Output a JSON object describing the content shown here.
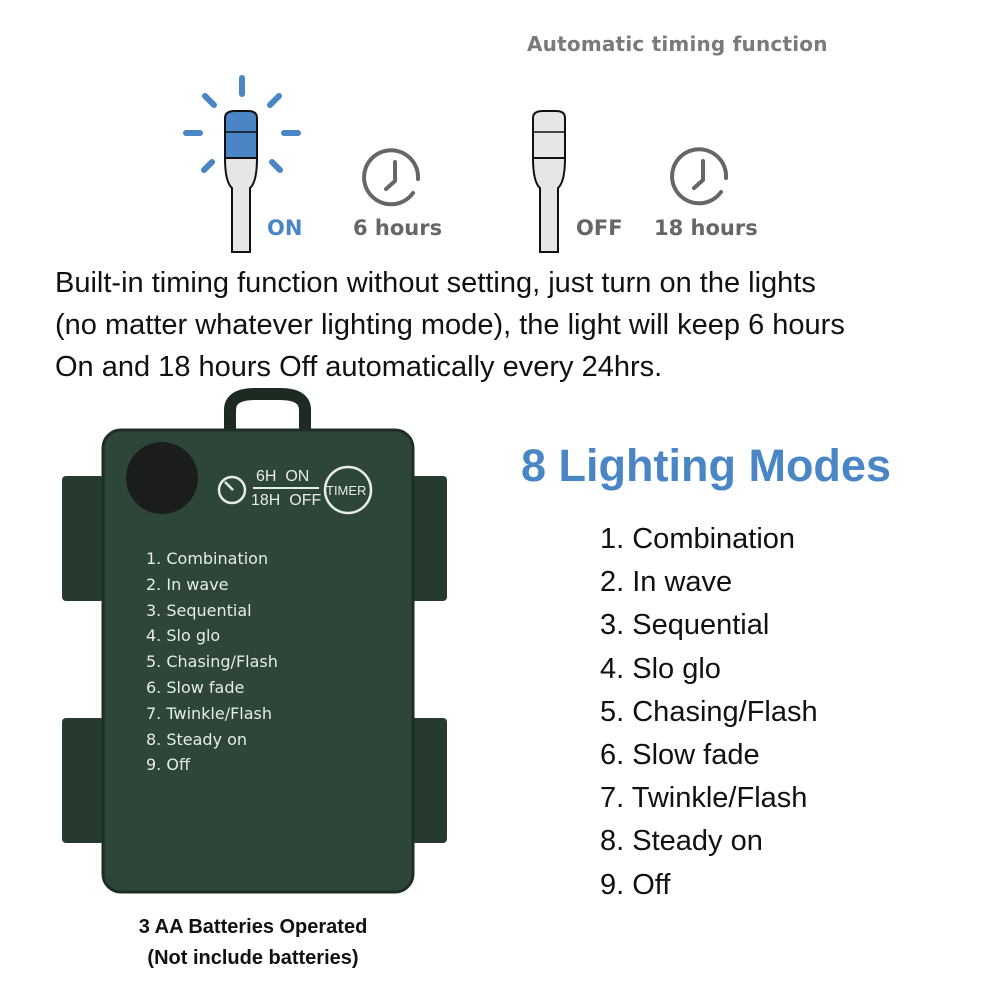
{
  "timing": {
    "title": "Automatic timing function",
    "on_label": "ON",
    "on_duration": "6 hours",
    "off_label": "OFF",
    "off_duration": "18 hours"
  },
  "description": [
    "Built-in timing function without setting, just turn on the lights",
    "(no matter whatever lighting mode), the light will keep 6 hours",
    "On and 18 hours Off automatically every 24hrs."
  ],
  "controller": {
    "timer_on": "6H  ON",
    "timer_off": "18H  OFF",
    "timer_button": "TIMER",
    "modes": [
      "1. Combination",
      "2. In wave",
      "3. Sequential",
      "4. Slo glo",
      "5. Chasing/Flash",
      "6. Slow fade",
      "7. Twinkle/Flash",
      "8. Steady on",
      "9. Off"
    ],
    "caption_line1": "3 AA Batteries Operated",
    "caption_line2": "(Not include batteries)"
  },
  "modes": {
    "title": "8 Lighting Modes",
    "items": [
      "1. Combination",
      "2. In wave",
      "3. Sequential",
      "4. Slo glo",
      "5. Chasing/Flash",
      "6. Slow fade",
      "7. Twinkle/Flash",
      "8. Steady on",
      "9. Off"
    ]
  },
  "colors": {
    "accent": "#4a86c5",
    "controller": "#2e4638"
  }
}
